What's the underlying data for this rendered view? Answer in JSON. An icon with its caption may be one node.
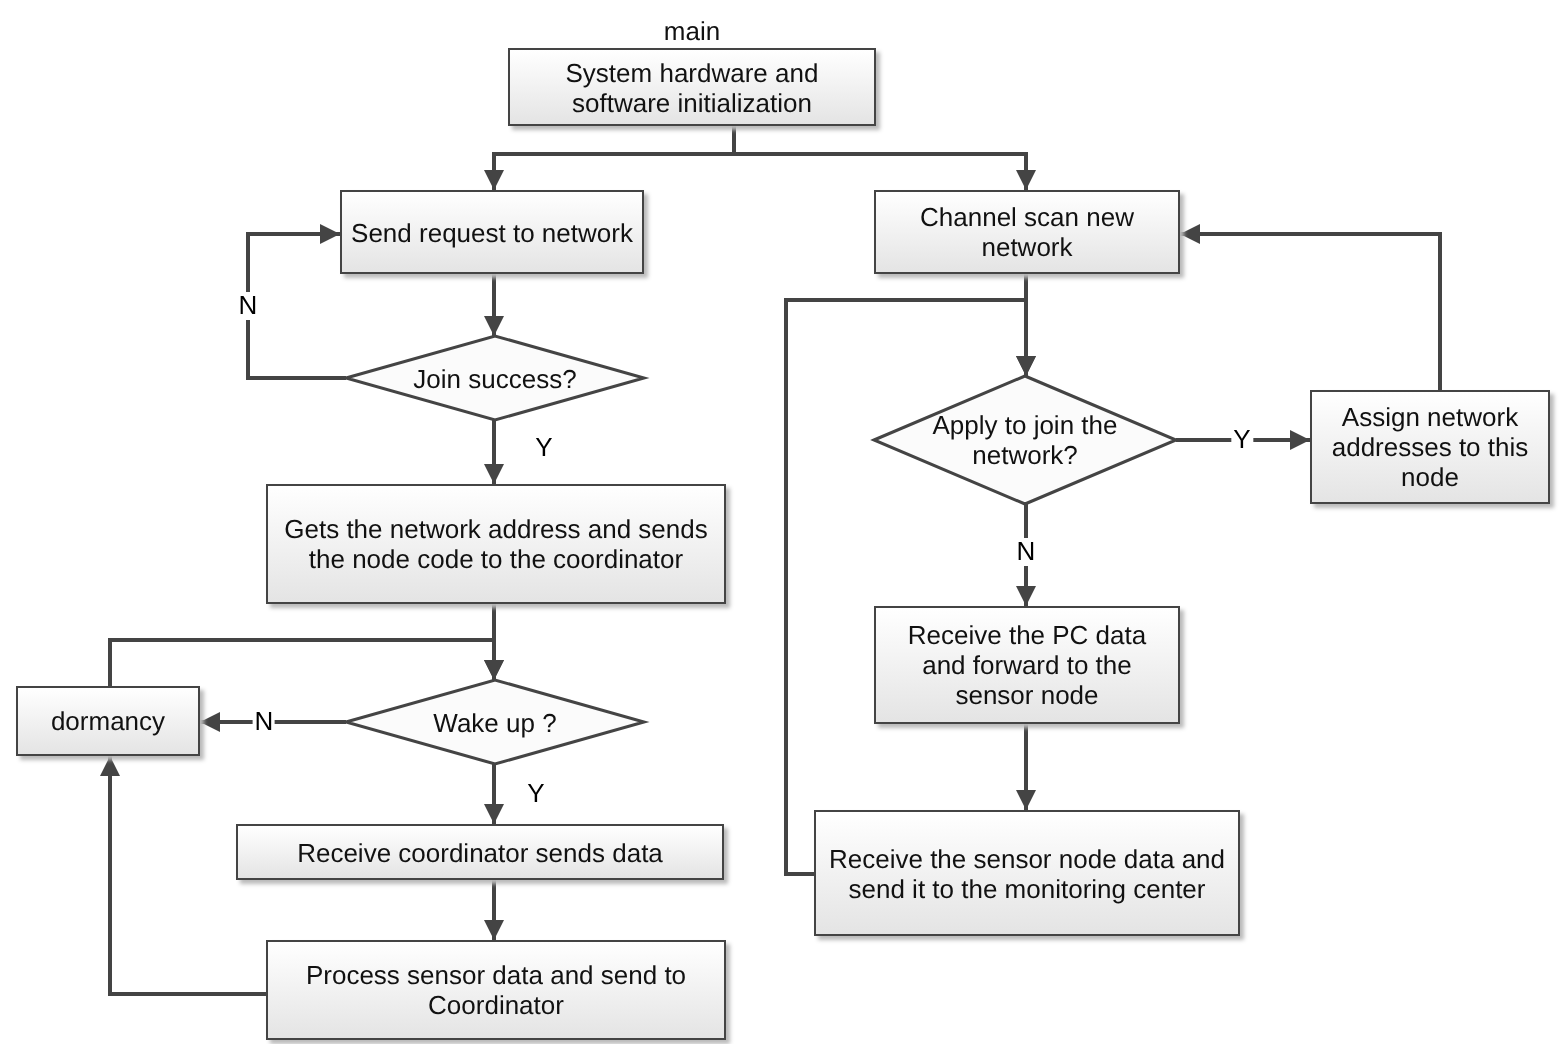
{
  "diagram": {
    "nodes": [
      {
        "text": [
          "main",
          "System hardware and software initialization"
        ]
      },
      {
        "text": [
          "Send request to network"
        ]
      },
      {
        "text": [
          "Join success?"
        ]
      },
      {
        "text": [
          "Gets the network address and sends the node code to the coordinator"
        ]
      },
      {
        "text": [
          "Wake up ?"
        ]
      },
      {
        "text": [
          "dormancy"
        ]
      },
      {
        "text": [
          "Receive coordinator sends data"
        ]
      },
      {
        "text": [
          "Process sensor data and send to Coordinator"
        ]
      },
      {
        "text": [
          "Channel scan new network"
        ]
      },
      {
        "text": [
          "Apply to join the network?"
        ]
      },
      {
        "text": [
          "Assign network addresses to this node"
        ]
      },
      {
        "text": [
          "Receive the PC data and forward to the sensor node"
        ]
      },
      {
        "text": [
          "Receive the sensor node data and send it to the monitoring center"
        ]
      }
    ],
    "edges": [
      {
        "from": 0,
        "to": 1,
        "arrow": "to"
      },
      {
        "from": 0,
        "to": 8,
        "arrow": "to"
      },
      {
        "from": 1,
        "to": 2,
        "arrow": "to"
      },
      {
        "from": 2,
        "to": 1,
        "arrow": "to",
        "label": "N"
      },
      {
        "from": 2,
        "to": 3,
        "arrow": "to",
        "label": "Y"
      },
      {
        "from": 3,
        "to": 4,
        "arrow": "to"
      },
      {
        "from": 4,
        "to": 5,
        "arrow": "to",
        "label": "N"
      },
      {
        "from": 5,
        "to": 4,
        "arrow": "to"
      },
      {
        "from": 4,
        "to": 6,
        "arrow": "to",
        "label": "Y"
      },
      {
        "from": 6,
        "to": 7,
        "arrow": "to"
      },
      {
        "from": 7,
        "to": 5,
        "arrow": "to"
      },
      {
        "from": 8,
        "to": 9,
        "arrow": "to"
      },
      {
        "from": 9,
        "to": 10,
        "arrow": "to",
        "label": "Y"
      },
      {
        "from": 10,
        "to": 8,
        "arrow": "to"
      },
      {
        "from": 9,
        "to": 11,
        "arrow": "to",
        "label": "N"
      },
      {
        "from": 11,
        "to": 12,
        "arrow": "to"
      },
      {
        "from": 12,
        "to": 9,
        "arrow": "to"
      }
    ]
  }
}
